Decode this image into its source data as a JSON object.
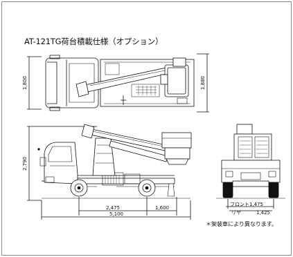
{
  "title": "AT-121TG荷台積載仕様（オプション）",
  "note": "＊架装車により異なります。",
  "dimensions": {
    "top_width_left": "1,800",
    "top_width_right": "1,880",
    "height": "2,790",
    "wheelbase": "2,475",
    "rear_overhang": "1,600",
    "overall_length": "5,100",
    "front_track": "フロント1,475",
    "rear_track_label": "リヤ",
    "rear_track": "1,425"
  }
}
